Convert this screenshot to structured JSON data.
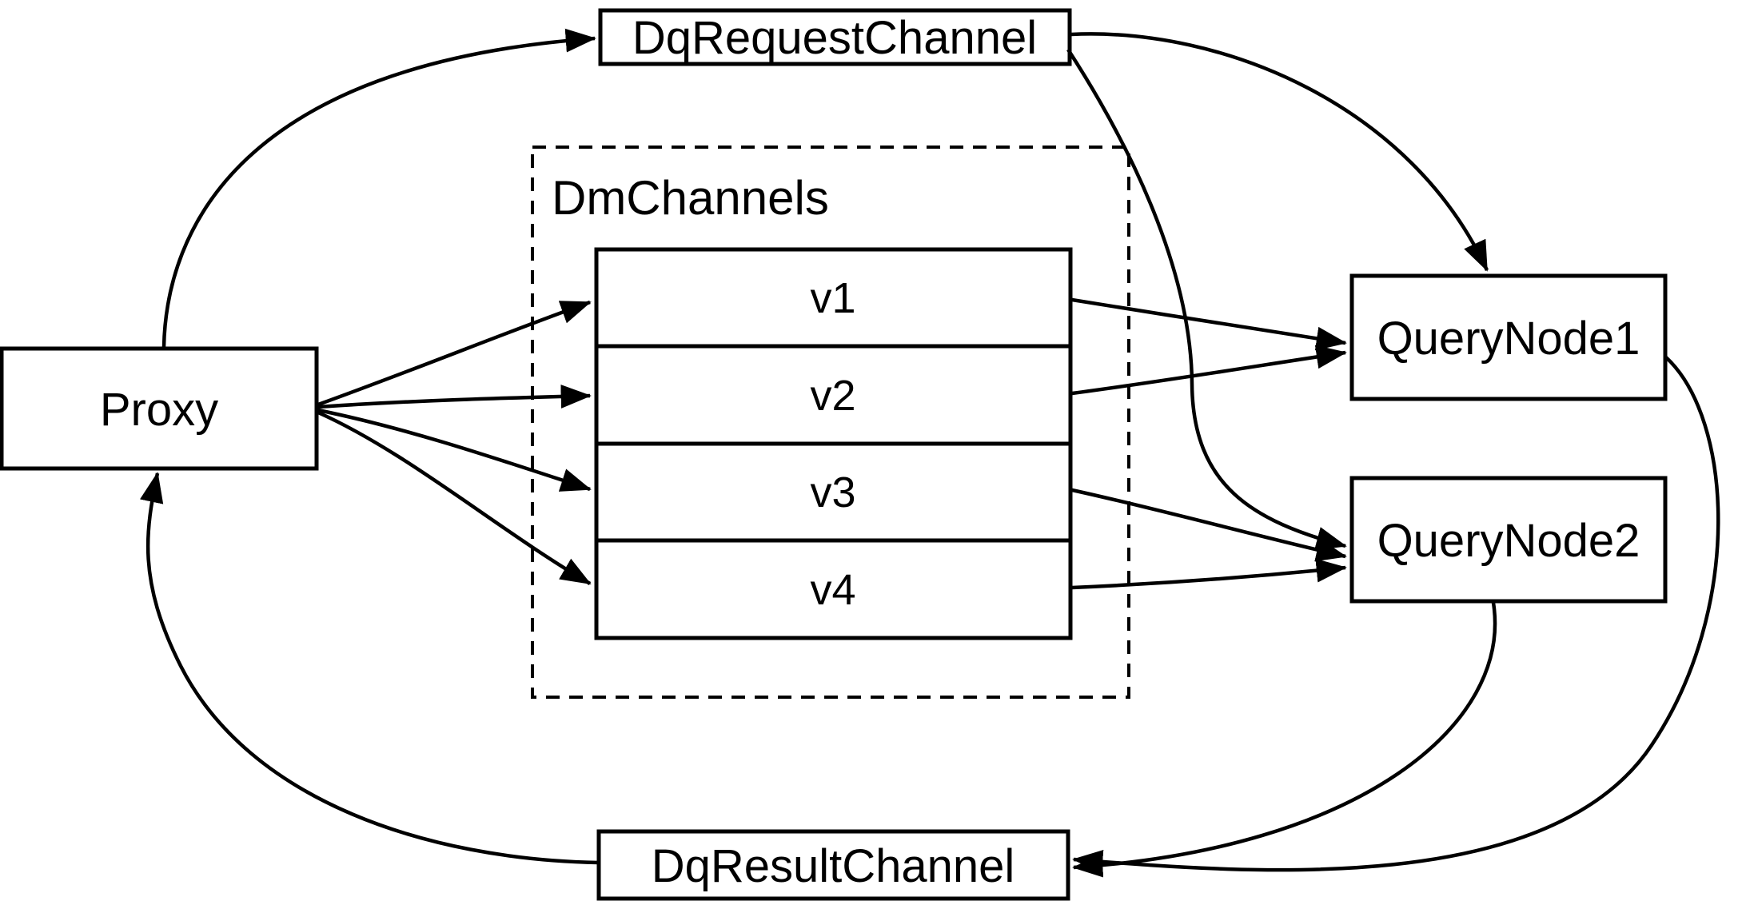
{
  "diagram": {
    "background_color": "#ffffff",
    "line_color": "#000000",
    "nodes": {
      "proxy": {
        "label": "Proxy"
      },
      "dq_request_channel": {
        "label": "DqRequestChannel"
      },
      "dm_channels": {
        "label": "DmChannels",
        "rows": [
          "v1",
          "v2",
          "v3",
          "v4"
        ]
      },
      "query_node1": {
        "label": "QueryNode1"
      },
      "query_node2": {
        "label": "QueryNode2"
      },
      "dq_result_channel": {
        "label": "DqResultChannel"
      }
    },
    "edges": [
      {
        "from": "Proxy",
        "to": "DqRequestChannel"
      },
      {
        "from": "Proxy",
        "to": "v1"
      },
      {
        "from": "Proxy",
        "to": "v2"
      },
      {
        "from": "Proxy",
        "to": "v3"
      },
      {
        "from": "Proxy",
        "to": "v4"
      },
      {
        "from": "v1",
        "to": "QueryNode1"
      },
      {
        "from": "v2",
        "to": "QueryNode1"
      },
      {
        "from": "v3",
        "to": "QueryNode2"
      },
      {
        "from": "v4",
        "to": "QueryNode2"
      },
      {
        "from": "DqRequestChannel",
        "to": "QueryNode1"
      },
      {
        "from": "DqRequestChannel",
        "to": "QueryNode2"
      },
      {
        "from": "QueryNode1",
        "to": "DqResultChannel"
      },
      {
        "from": "QueryNode2",
        "to": "DqResultChannel"
      },
      {
        "from": "DqResultChannel",
        "to": "Proxy"
      }
    ]
  }
}
